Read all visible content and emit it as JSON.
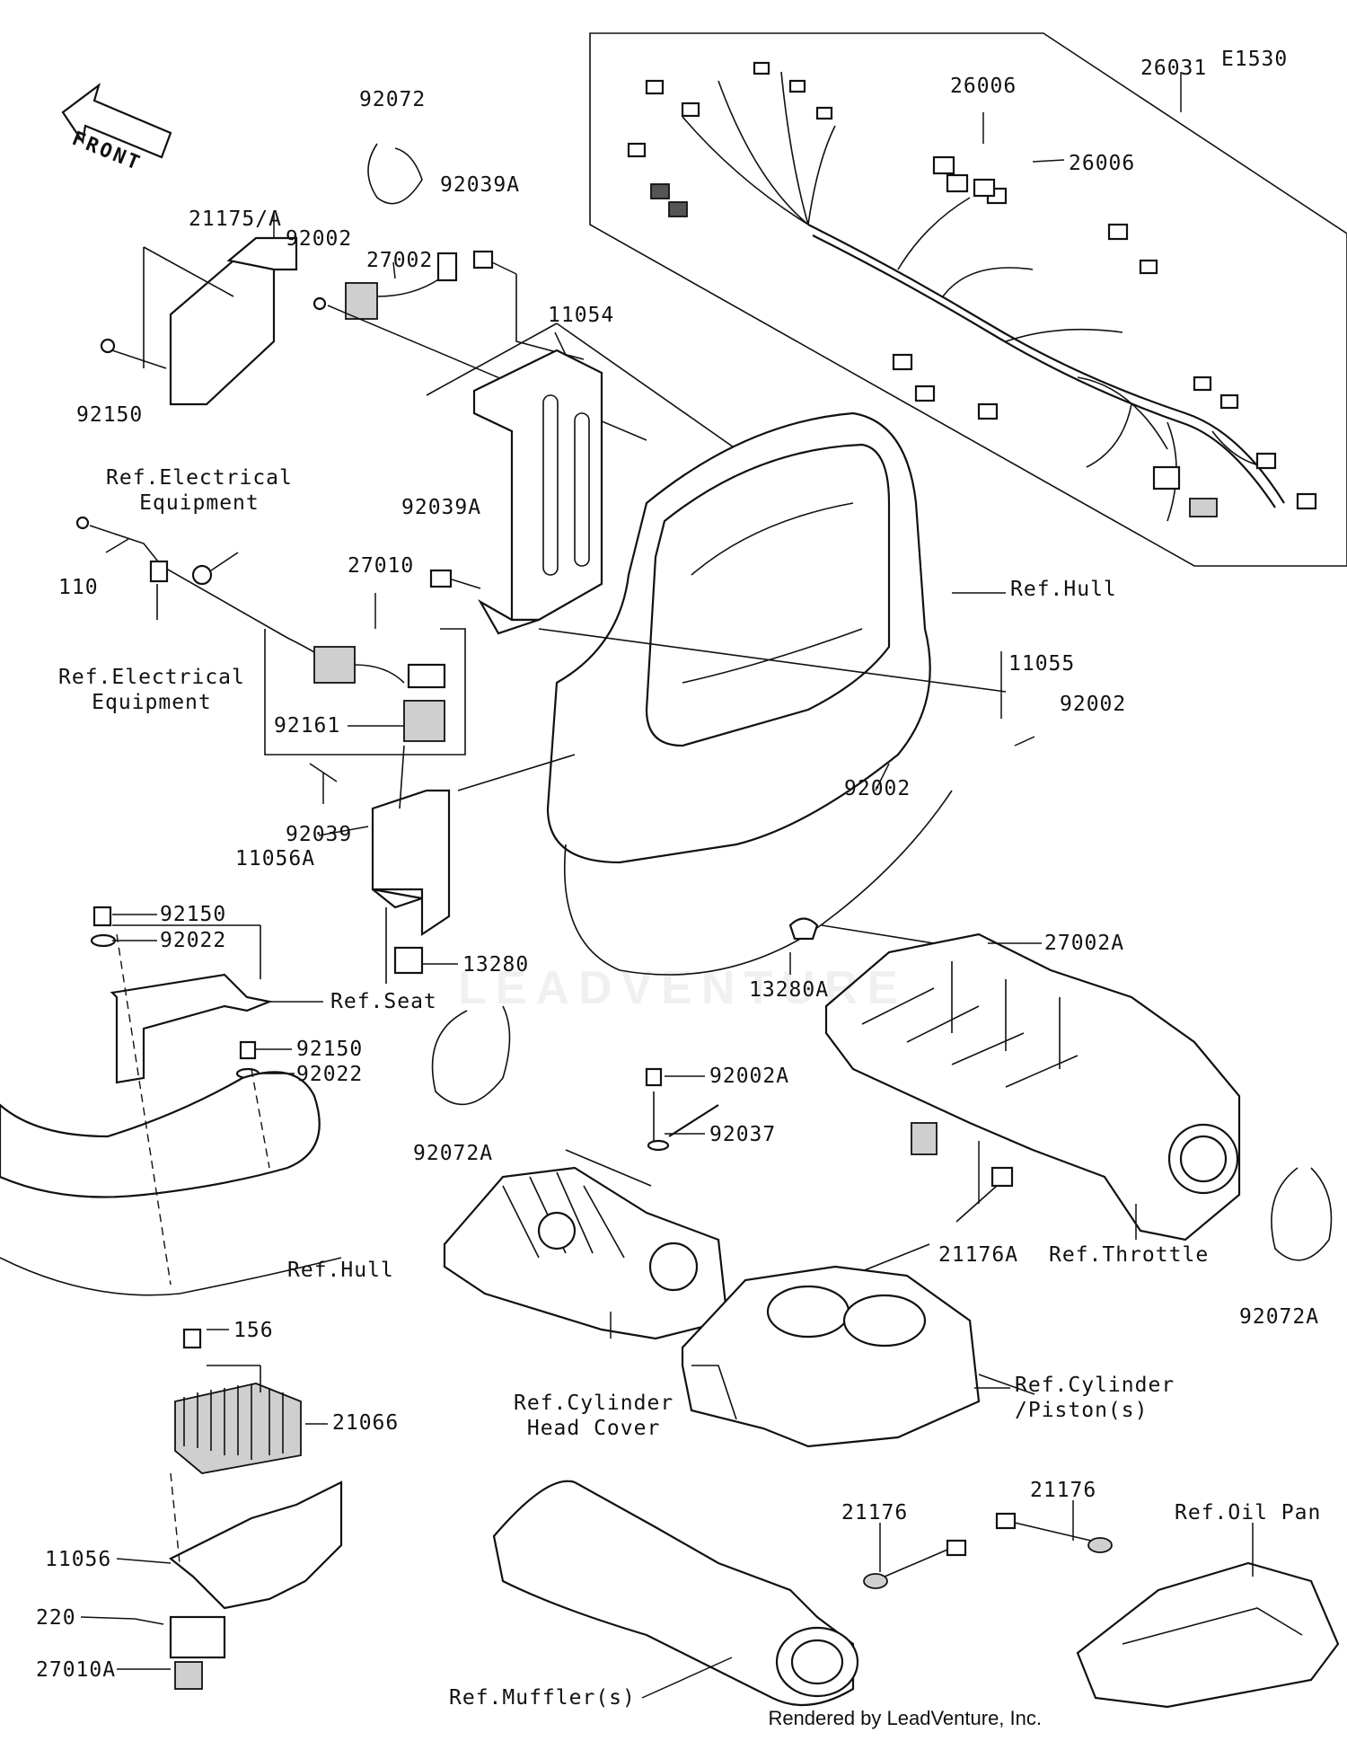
{
  "diagram": {
    "code": "E1530",
    "front_label": "FRONT",
    "footer": "Rendered by LeadVenture, Inc.",
    "watermark": "LEADVENTURE",
    "labels": [
      {
        "id": "26031",
        "text": "26031"
      },
      {
        "id": "26006a",
        "text": "26006"
      },
      {
        "id": "26006b",
        "text": "26006"
      },
      {
        "id": "92072",
        "text": "92072"
      },
      {
        "id": "92039A-top",
        "text": "92039A"
      },
      {
        "id": "21175A",
        "text": "21175/A"
      },
      {
        "id": "92002-top",
        "text": "92002"
      },
      {
        "id": "27002",
        "text": "27002"
      },
      {
        "id": "11054",
        "text": "11054"
      },
      {
        "id": "92150-top",
        "text": "92150"
      },
      {
        "id": "ref-elec-1",
        "text": "Ref.Electrical\nEquipment"
      },
      {
        "id": "92039A-mid",
        "text": "92039A"
      },
      {
        "id": "110",
        "text": "110"
      },
      {
        "id": "27010",
        "text": "27010"
      },
      {
        "id": "ref-hull-1",
        "text": "Ref.Hull"
      },
      {
        "id": "ref-elec-2",
        "text": "Ref.Electrical\nEquipment"
      },
      {
        "id": "11055",
        "text": "11055"
      },
      {
        "id": "92002-right",
        "text": "92002"
      },
      {
        "id": "92161",
        "text": "92161"
      },
      {
        "id": "92002-mid",
        "text": "92002"
      },
      {
        "id": "92039",
        "text": "92039"
      },
      {
        "id": "11056A",
        "text": "11056A"
      },
      {
        "id": "92150-mid",
        "text": "92150"
      },
      {
        "id": "92022-mid",
        "text": "92022"
      },
      {
        "id": "27002A",
        "text": "27002A"
      },
      {
        "id": "13280",
        "text": "13280"
      },
      {
        "id": "13280A",
        "text": "13280A"
      },
      {
        "id": "ref-seat",
        "text": "Ref.Seat"
      },
      {
        "id": "92150-low",
        "text": "92150"
      },
      {
        "id": "92022-low",
        "text": "92022"
      },
      {
        "id": "92002A",
        "text": "92002A"
      },
      {
        "id": "92037",
        "text": "92037"
      },
      {
        "id": "92072A-left",
        "text": "92072A"
      },
      {
        "id": "ref-hull-2",
        "text": "Ref.Hull"
      },
      {
        "id": "21176A",
        "text": "21176A"
      },
      {
        "id": "ref-throttle",
        "text": "Ref.Throttle"
      },
      {
        "id": "92072A-right",
        "text": "92072A"
      },
      {
        "id": "156",
        "text": "156"
      },
      {
        "id": "21066",
        "text": "21066"
      },
      {
        "id": "ref-cyl-head",
        "text": "Ref.Cylinder\nHead Cover"
      },
      {
        "id": "ref-cyl-piston",
        "text": "Ref.Cylinder\n/Piston(s)"
      },
      {
        "id": "21176-a",
        "text": "21176"
      },
      {
        "id": "21176-b",
        "text": "21176"
      },
      {
        "id": "ref-oil-pan",
        "text": "Ref.Oil Pan"
      },
      {
        "id": "11056",
        "text": "11056"
      },
      {
        "id": "220",
        "text": "220"
      },
      {
        "id": "ref-muffler",
        "text": "Ref.Muffler(s)"
      },
      {
        "id": "27010A",
        "text": "27010A"
      }
    ]
  }
}
